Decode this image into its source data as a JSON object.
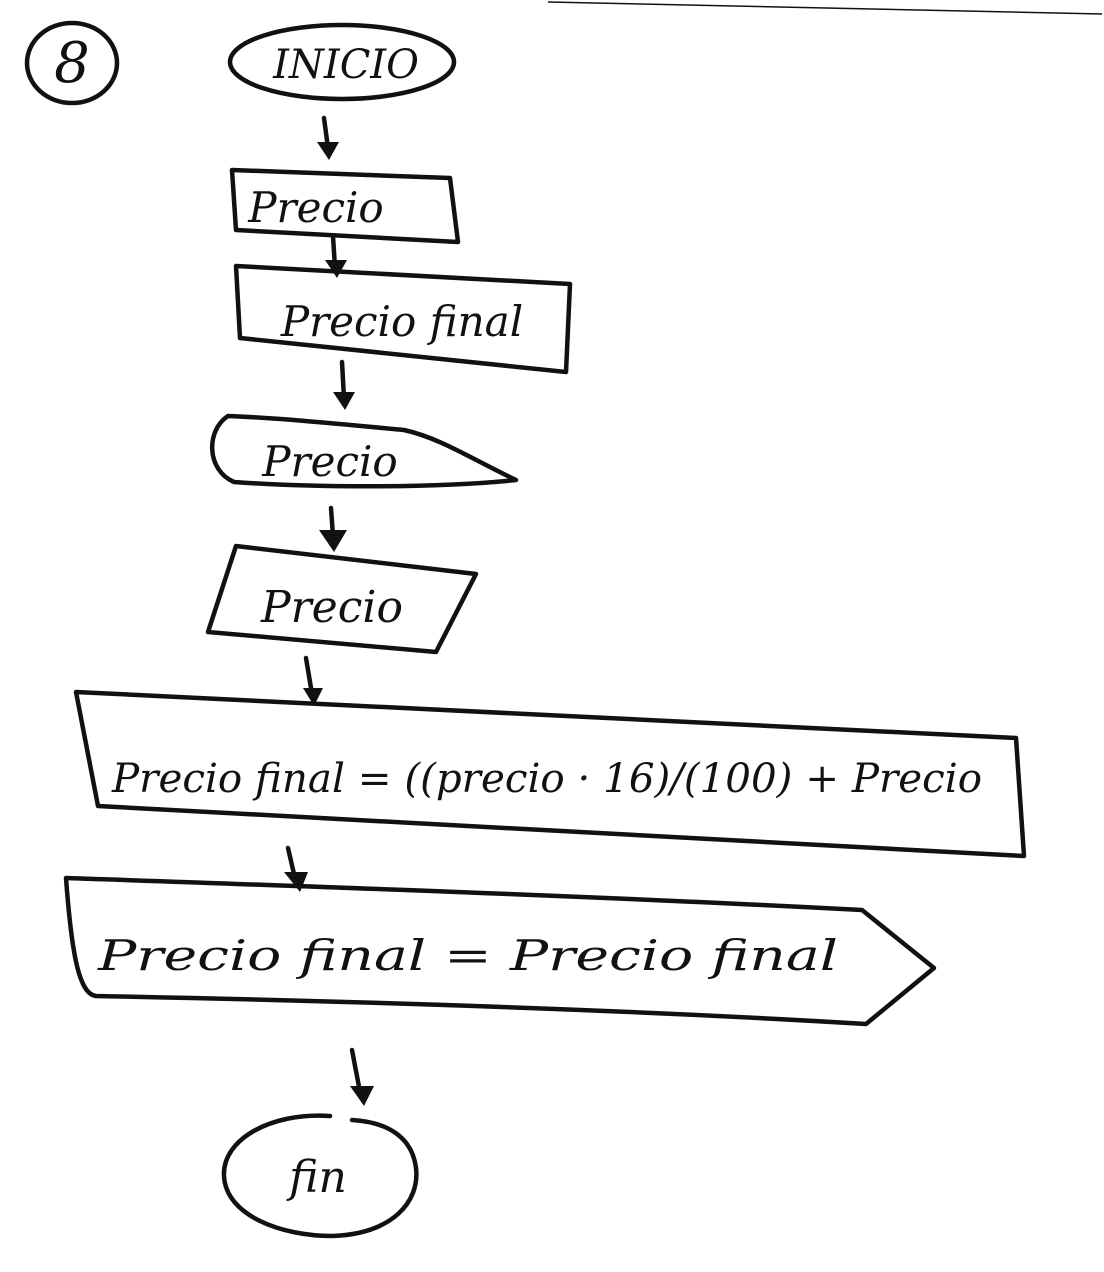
{
  "diagram": {
    "exercise_number": "8",
    "nodes": [
      {
        "id": "start",
        "shape": "terminal",
        "text": "INICIO"
      },
      {
        "id": "decl-precio",
        "shape": "process",
        "text": "Precio"
      },
      {
        "id": "decl-precio-final",
        "shape": "process",
        "text": "Precio final"
      },
      {
        "id": "prompt-precio",
        "shape": "display",
        "text": "Precio"
      },
      {
        "id": "input-precio",
        "shape": "input",
        "text": "Precio"
      },
      {
        "id": "calc-precio-final",
        "shape": "process",
        "text": "Precio final = ((precio · 16)/(100) + Precio"
      },
      {
        "id": "output-precio-final",
        "shape": "display",
        "text": "Precio final = Precio final"
      },
      {
        "id": "end",
        "shape": "terminal",
        "text": "fin"
      }
    ],
    "edges": [
      [
        "start",
        "decl-precio"
      ],
      [
        "decl-precio",
        "decl-precio-final"
      ],
      [
        "decl-precio-final",
        "prompt-precio"
      ],
      [
        "prompt-precio",
        "input-precio"
      ],
      [
        "input-precio",
        "calc-precio-final"
      ],
      [
        "calc-precio-final",
        "output-precio-final"
      ],
      [
        "output-precio-final",
        "end"
      ]
    ]
  }
}
